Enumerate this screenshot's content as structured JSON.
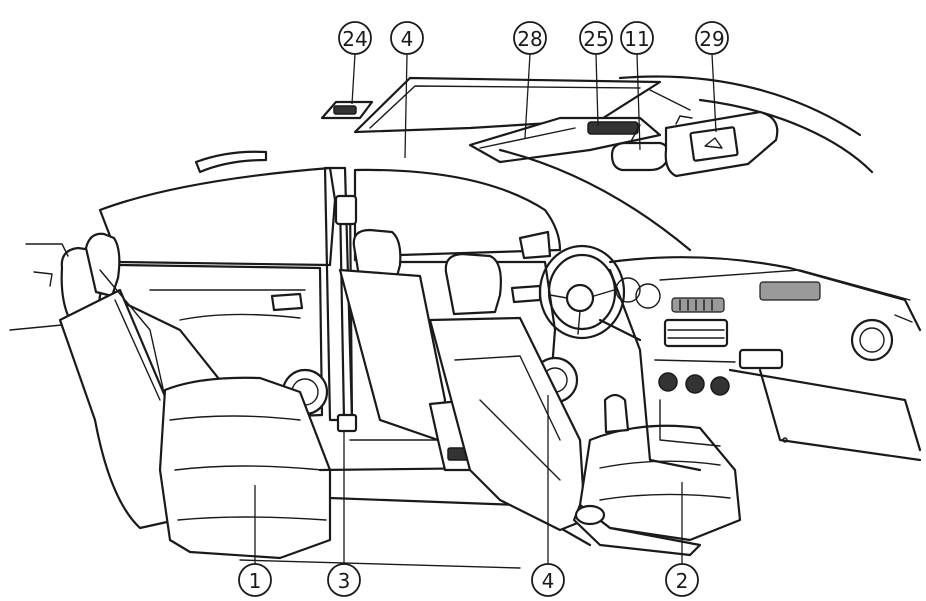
{
  "callouts": {
    "c24": "24",
    "c4_top": "4",
    "c28": "28",
    "c25": "25",
    "c11": "11",
    "c29": "29",
    "c1": "1",
    "c3": "3",
    "c4_bottom": "4",
    "c2": "2"
  },
  "colors": {
    "line": "#1a1a1a",
    "background": "#ffffff"
  }
}
